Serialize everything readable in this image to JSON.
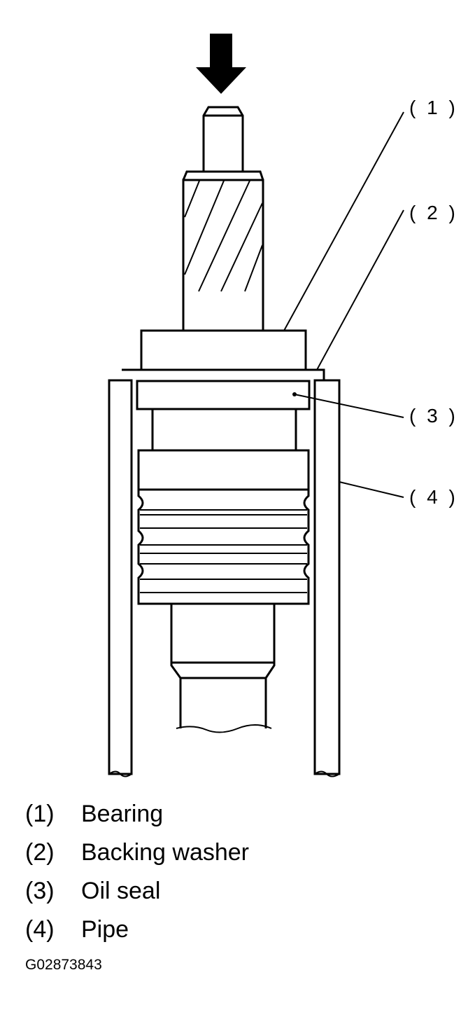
{
  "callouts": {
    "c1": "( 1 )",
    "c2": "( 2 )",
    "c3": "( 3 )",
    "c4": "( 4 )"
  },
  "legend": [
    {
      "num": "(1)",
      "label": "Bearing"
    },
    {
      "num": "(2)",
      "label": "Backing washer"
    },
    {
      "num": "(3)",
      "label": "Oil seal"
    },
    {
      "num": "(4)",
      "label": "Pipe"
    }
  ],
  "figure_code": "G02873843"
}
